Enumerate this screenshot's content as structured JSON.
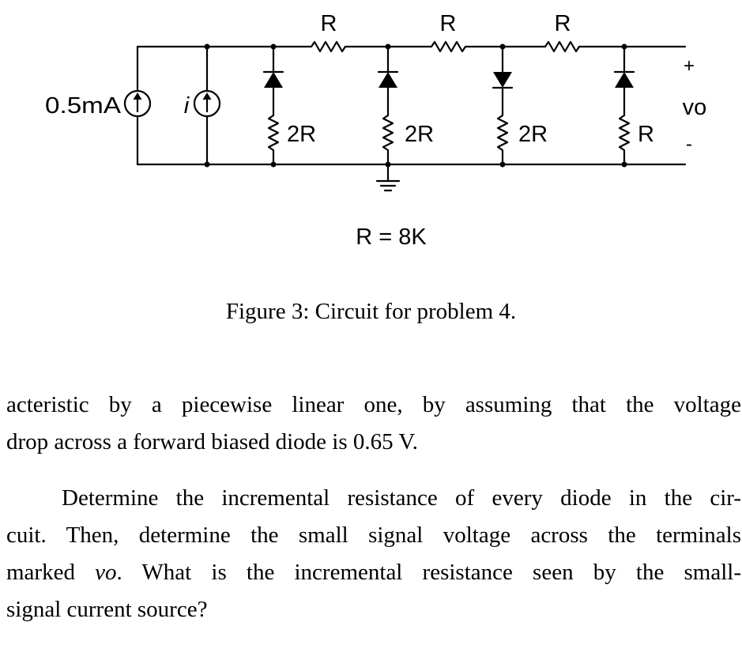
{
  "circuit": {
    "source_fixed_label": "0.5mA",
    "source_signal_label": "i",
    "series_resistor_labels": [
      "R",
      "R",
      "R"
    ],
    "shunt_resistor_labels": [
      "2R",
      "2R",
      "2R",
      "R"
    ],
    "output_plus": "+",
    "output_label": "vo",
    "output_minus": "-",
    "value_note": "R = 8K"
  },
  "figure": {
    "caption": "Figure 3: Circuit for problem 4."
  },
  "text": {
    "p1_line1": "acteristic by a piecewise linear one, by assuming that the voltage",
    "p1_line2": "drop across a forward biased diode is 0.65 V.",
    "p2_line1": "Determine the incremental resistance of every diode in the cir-",
    "p2_line2": "cuit. Then, determine the small signal voltage across the terminals",
    "p2_line3_a": "marked ",
    "p2_line3_math": "vo",
    "p2_line3_b": ". What is the incremental resistance seen by the small-",
    "p2_line4": "signal current source?"
  }
}
